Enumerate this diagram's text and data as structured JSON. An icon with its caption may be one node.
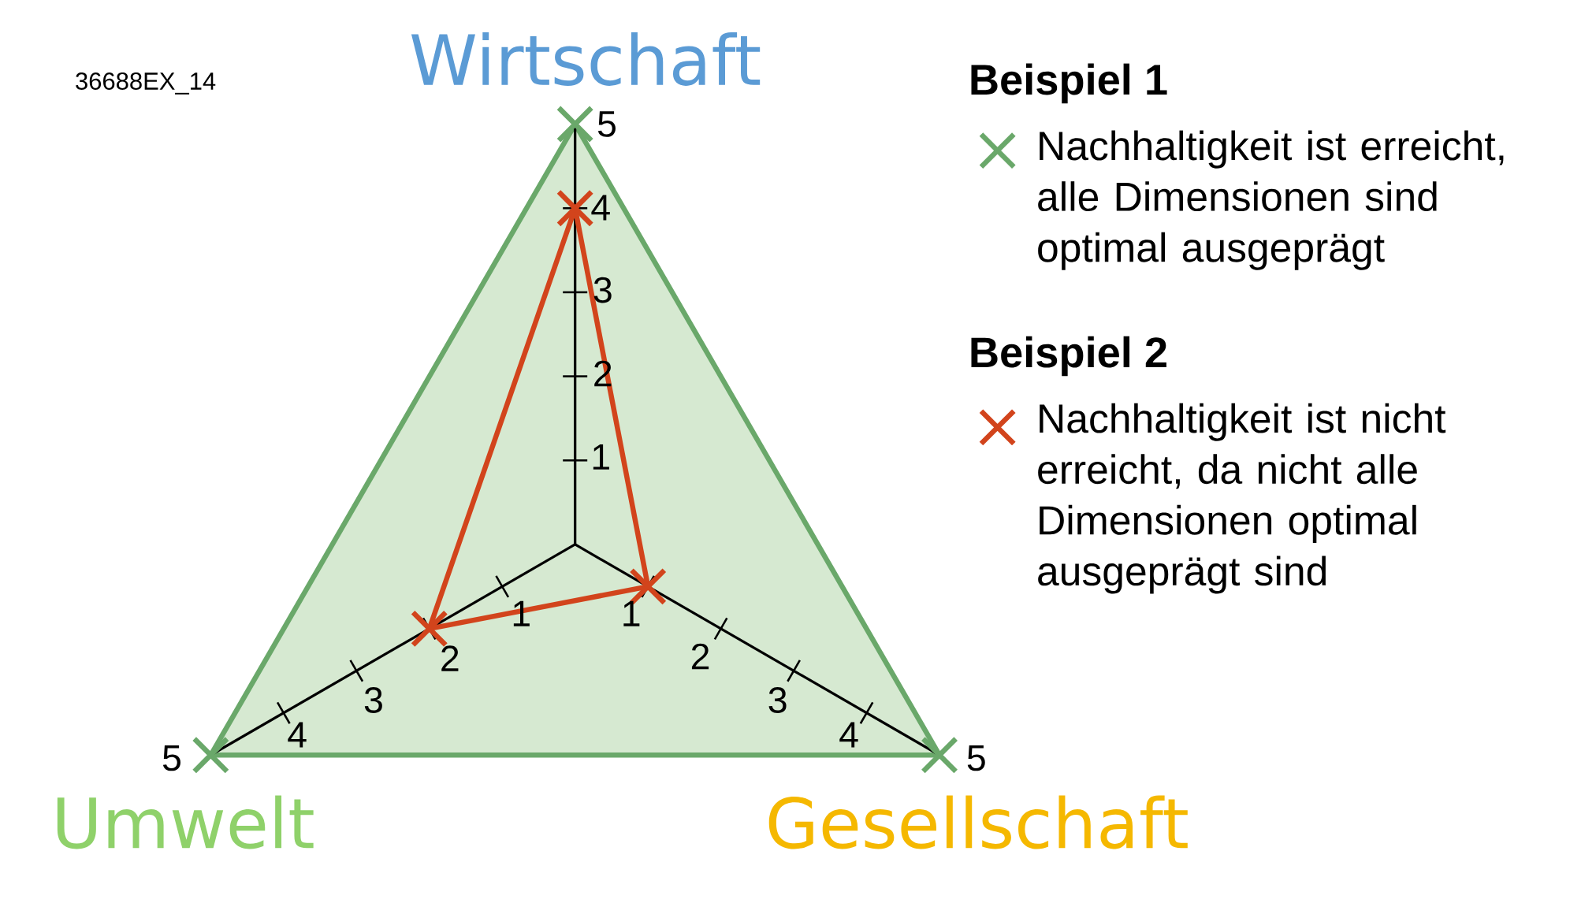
{
  "diagram": {
    "labels": [
      "36688EX_14",
      "Wirtschaft",
      "Umwelt",
      "Gesellschaft",
      "5",
      "4",
      "3",
      "2",
      "1",
      "1",
      "2",
      "3",
      "4",
      "5",
      "1",
      "2",
      "3",
      "4",
      "5",
      "Beispiel 1",
      "Beispiel 2"
    ],
    "legend": [
      {
        "text": "Nachhaltigkeit ist erreicht, alle Dimensionen sind optimal ausgeprägt"
      },
      {
        "text": "Nachhaltigkeit ist nicht erreicht, da nicht alle Dimensionen optimal ausgeprägt sind"
      }
    ]
  }
}
